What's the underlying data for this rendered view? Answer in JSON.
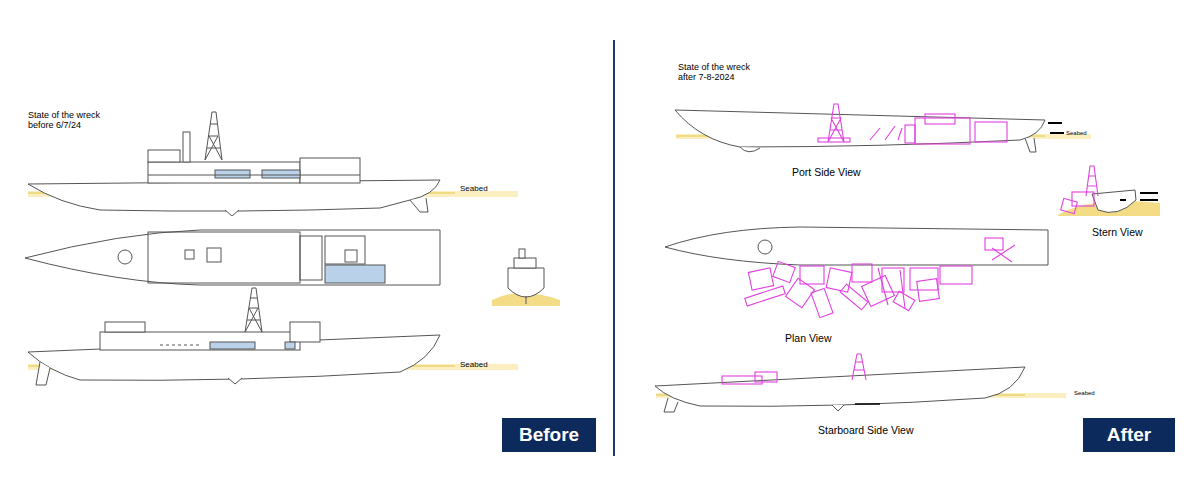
{
  "diagram": {
    "nodes": [
      {
        "text": [
          "Before"
        ]
      },
      {
        "text": [
          "After"
        ]
      }
    ],
    "labels": [
      "State of the wreck before 6/7/24",
      "Seabed",
      "Seabed",
      "State of the wreck after 7-8-2024",
      "Seabed",
      "Port Side View",
      "Stern View",
      "Plan View",
      "Seabed",
      "Starboard Side View"
    ]
  }
}
